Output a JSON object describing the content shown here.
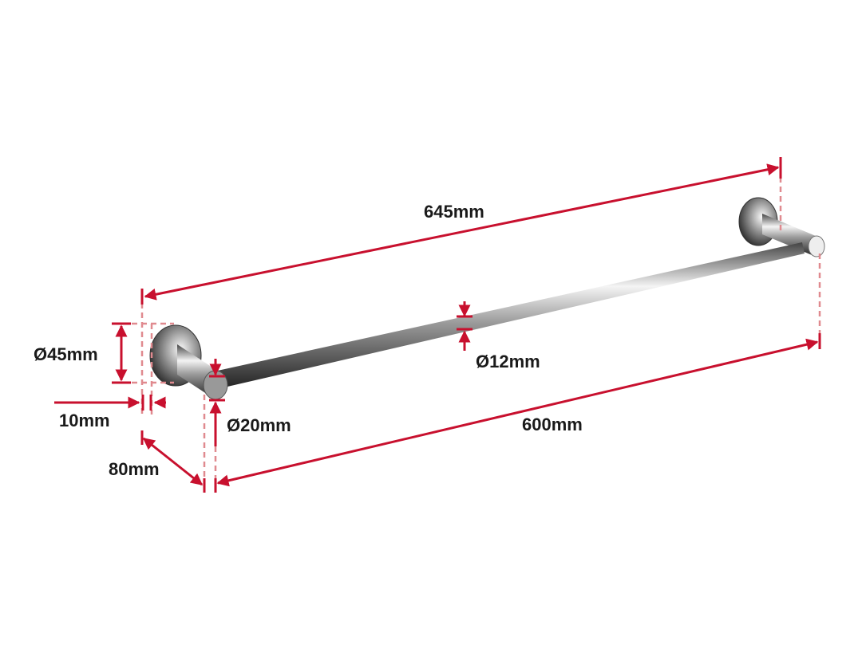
{
  "dimensions": {
    "overall_length": "645mm",
    "bar_length": "600mm",
    "rosette_diameter": "Ø45mm",
    "bar_diameter": "Ø12mm",
    "post_diameter": "Ø20mm",
    "rosette_depth": "10mm",
    "projection": "80mm"
  },
  "colors": {
    "dimension_line": "#c8102e",
    "extension_line": "#e08a8f"
  }
}
